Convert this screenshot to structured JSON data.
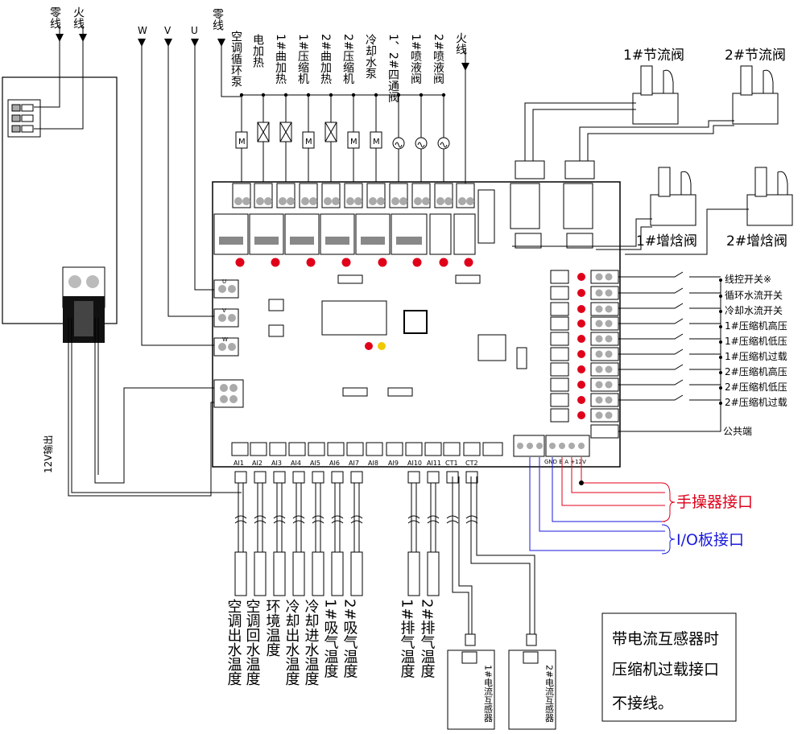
{
  "top_labels": {
    "neutral_left": "零线",
    "live_left": "火线",
    "phase_w": "W",
    "phase_v": "V",
    "phase_u": "U",
    "neutral_mid": "零线",
    "live_right": "火线"
  },
  "loads": [
    {
      "name": "空调循环泵",
      "sym": "M"
    },
    {
      "name": "电加热",
      "sym": "heater"
    },
    {
      "name": "1#曲加热",
      "sym": "heater"
    },
    {
      "name": "1#压缩机",
      "sym": "M"
    },
    {
      "name": "2#曲加热",
      "sym": "heater"
    },
    {
      "name": "2#压缩机",
      "sym": "M"
    },
    {
      "name": "冷却水泵",
      "sym": "M"
    },
    {
      "name": "1、2#四通阀",
      "sym": "coil"
    },
    {
      "name": "1#喷液阀",
      "sym": "coil"
    },
    {
      "name": "2#喷液阀",
      "sym": "coil"
    }
  ],
  "valves": {
    "throttle1": "1#节流阀",
    "throttle2": "2#节流阀",
    "enthalpy1": "1#增焓阀",
    "enthalpy2": "2#增焓阀"
  },
  "uvw_terminals": [
    "U",
    "V",
    "W"
  ],
  "power_out_label": "12V输出",
  "switches": [
    "线控开关※",
    "循环水流开关",
    "冷却水流开关",
    "1#压缩机高压",
    "1#压缩机低压",
    "1#压缩机过载",
    "2#压缩机高压",
    "2#压缩机低压",
    "2#压缩机过载"
  ],
  "common_label": "公共端",
  "ai_terminals": [
    "AI1",
    "AI2",
    "AI3",
    "AI4",
    "AI5",
    "AI6",
    "AI7",
    "AI8",
    "AI9",
    "AI10",
    "AI11",
    "CT1",
    "CT2"
  ],
  "comm_pins": "GND B A +12V",
  "interfaces": {
    "handheld": "手操器接口",
    "io_board": "I/O板接口"
  },
  "sensors": [
    "空调出水温度",
    "空调回水温度",
    "环境温度",
    "冷却出水温度",
    "冷却进水温度",
    "1#吸气温度",
    "2#吸气温度",
    "1#排气温度",
    "2#排气温度"
  ],
  "ct_sensors": [
    "1#电流互感器",
    "2#电流互感器"
  ],
  "note": [
    "带电流互感器时",
    "压缩机过载接口",
    "不接线。"
  ],
  "colors": {
    "red": "#e0001a",
    "blue": "#1a1adc",
    "line": "#000000"
  }
}
